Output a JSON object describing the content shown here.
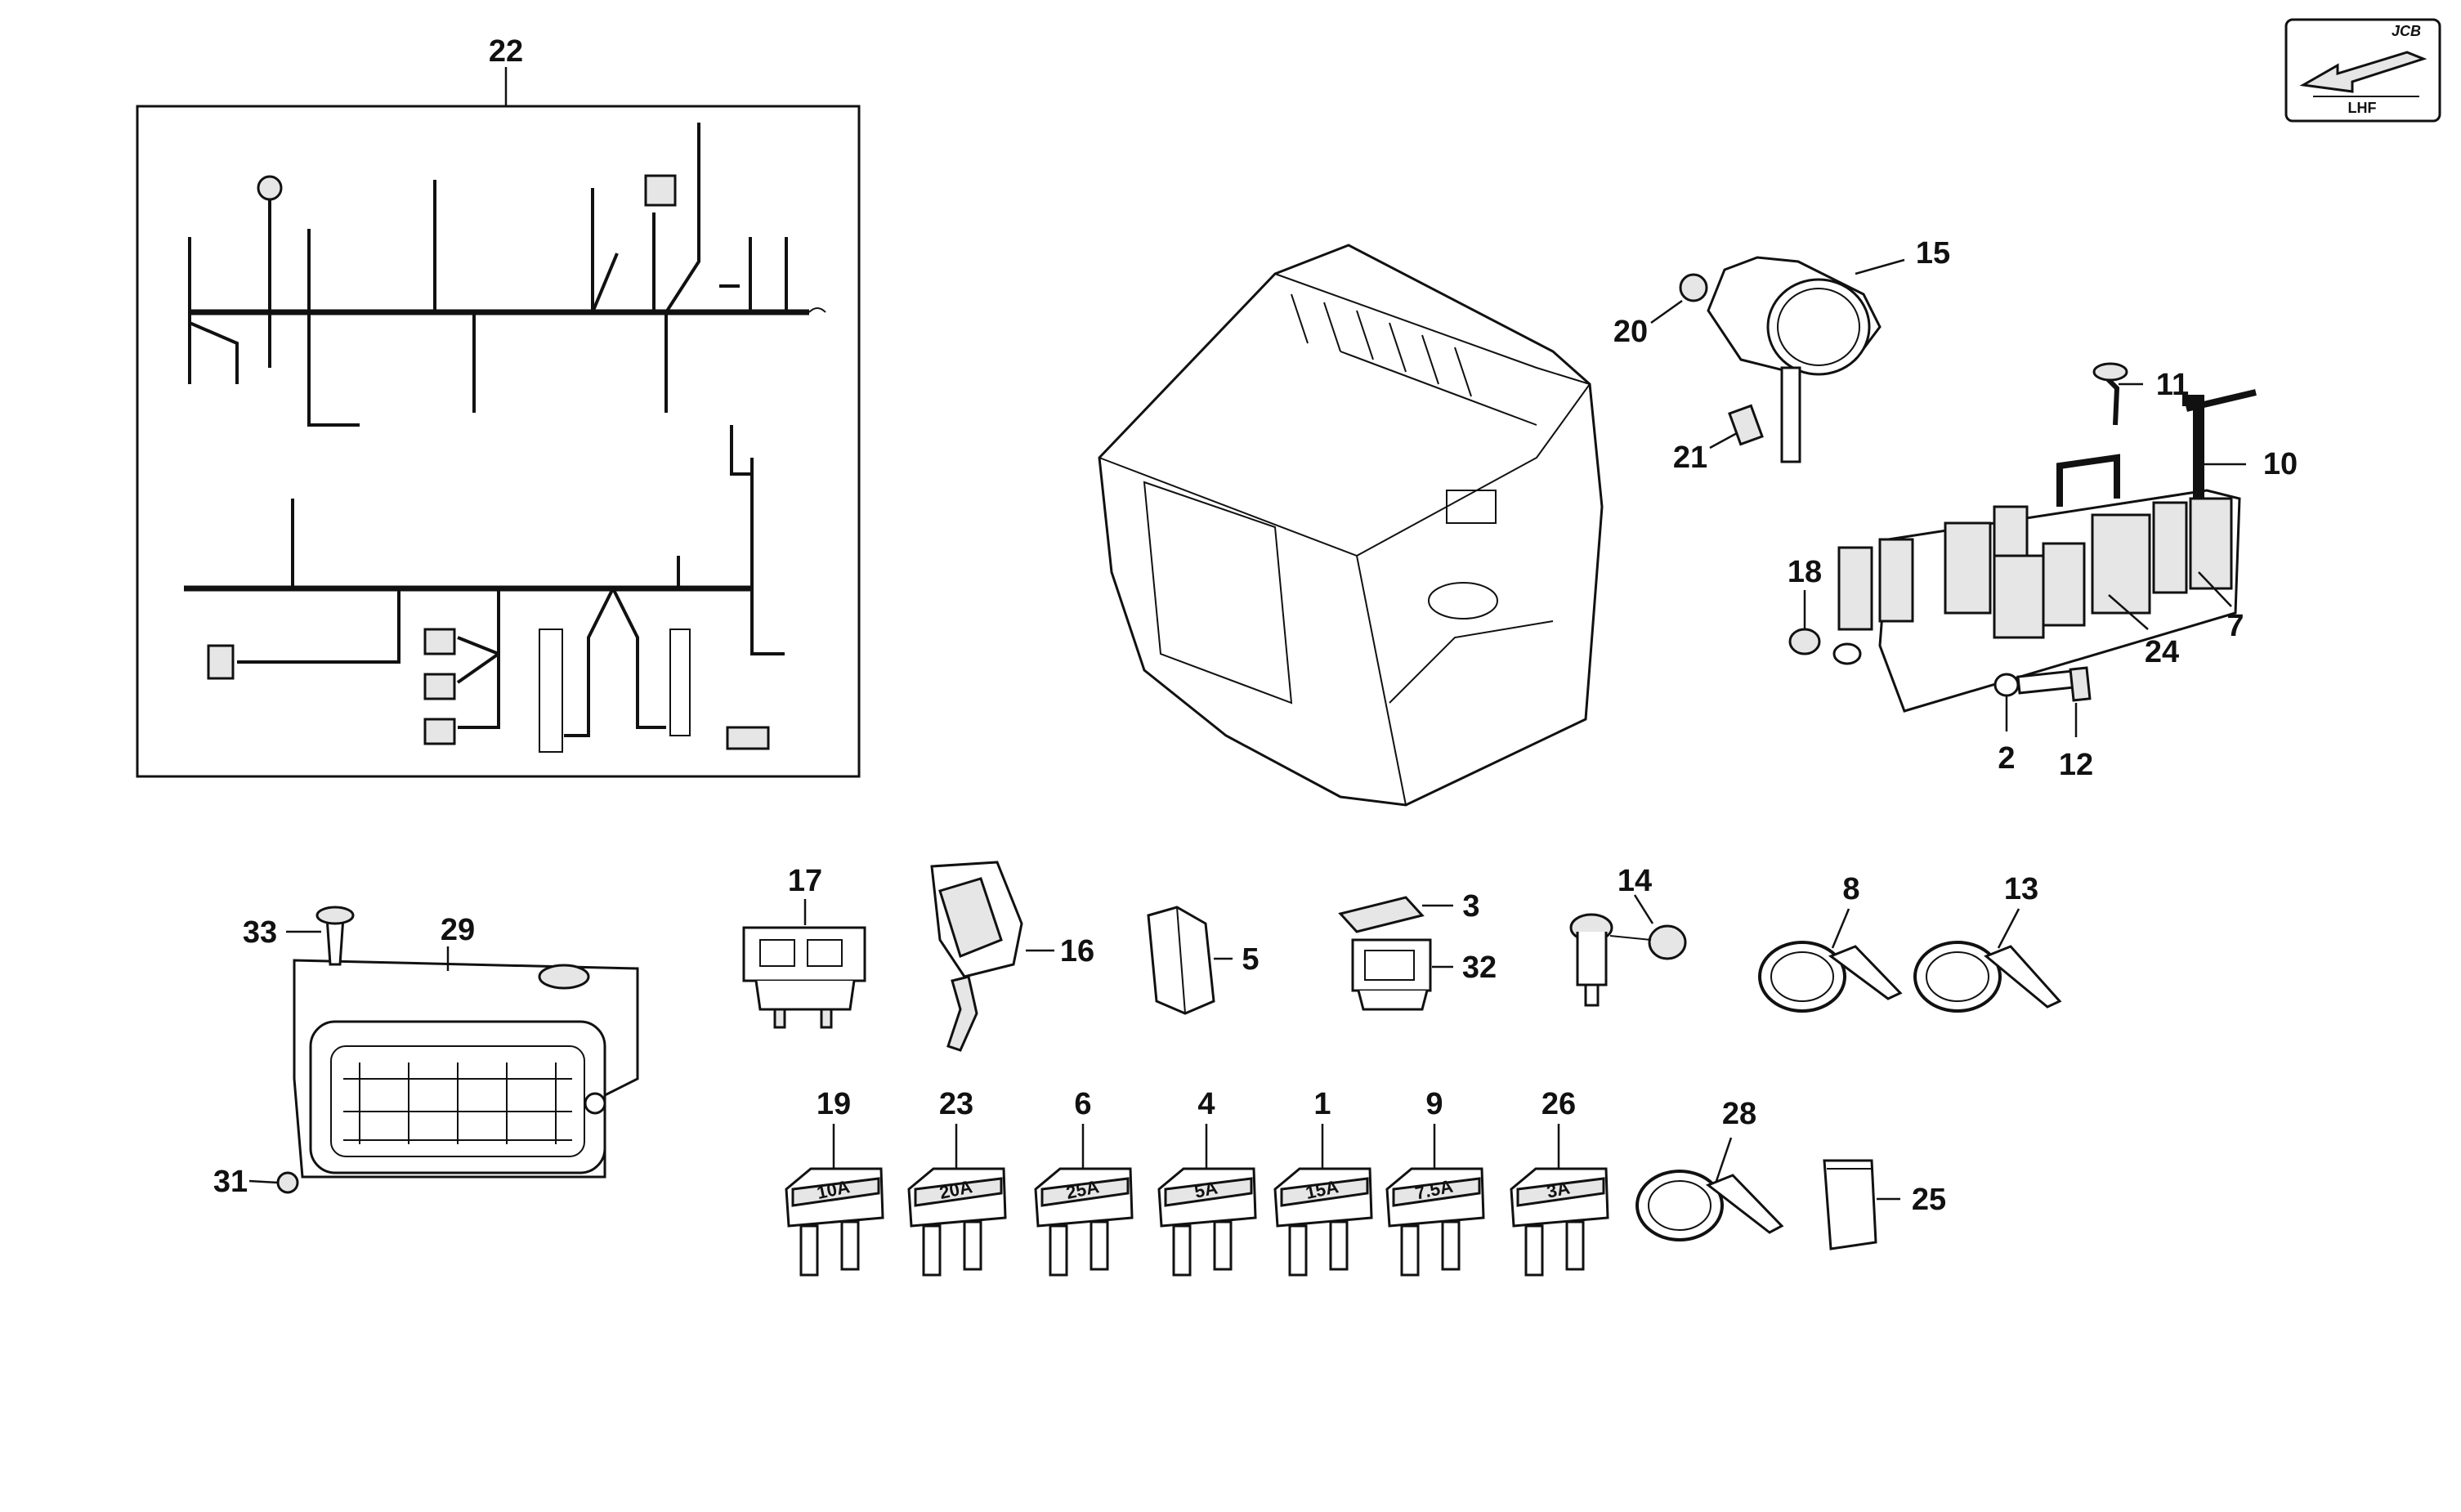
{
  "brand": {
    "logo_text": "JCB",
    "orientation_label": "LHF"
  },
  "callouts": [
    {
      "id": "c22",
      "text": "22"
    },
    {
      "id": "c15",
      "text": "15"
    },
    {
      "id": "c20",
      "text": "20"
    },
    {
      "id": "c21",
      "text": "21"
    },
    {
      "id": "c11",
      "text": "11"
    },
    {
      "id": "c10",
      "text": "10"
    },
    {
      "id": "c18",
      "text": "18"
    },
    {
      "id": "c24",
      "text": "24"
    },
    {
      "id": "c7",
      "text": "7"
    },
    {
      "id": "c2",
      "text": "2"
    },
    {
      "id": "c12",
      "text": "12"
    },
    {
      "id": "c33",
      "text": "33"
    },
    {
      "id": "c29",
      "text": "29"
    },
    {
      "id": "c31",
      "text": "31"
    },
    {
      "id": "c17",
      "text": "17"
    },
    {
      "id": "c16",
      "text": "16"
    },
    {
      "id": "c5",
      "text": "5"
    },
    {
      "id": "c3",
      "text": "3"
    },
    {
      "id": "c32",
      "text": "32"
    },
    {
      "id": "c14",
      "text": "14"
    },
    {
      "id": "c8",
      "text": "8"
    },
    {
      "id": "c13",
      "text": "13"
    },
    {
      "id": "c19",
      "text": "19"
    },
    {
      "id": "c23",
      "text": "23"
    },
    {
      "id": "c6",
      "text": "6"
    },
    {
      "id": "c4",
      "text": "4"
    },
    {
      "id": "c1",
      "text": "1"
    },
    {
      "id": "c9",
      "text": "9"
    },
    {
      "id": "c26",
      "text": "26"
    },
    {
      "id": "c28",
      "text": "28"
    },
    {
      "id": "c25",
      "text": "25"
    }
  ],
  "fuses": [
    {
      "item": "19",
      "rating": "10A"
    },
    {
      "item": "23",
      "rating": "20A"
    },
    {
      "item": "6",
      "rating": "25A"
    },
    {
      "item": "4",
      "rating": "5A"
    },
    {
      "item": "1",
      "rating": "15A"
    },
    {
      "item": "9",
      "rating": "7.5A"
    },
    {
      "item": "26",
      "rating": "3A"
    }
  ]
}
